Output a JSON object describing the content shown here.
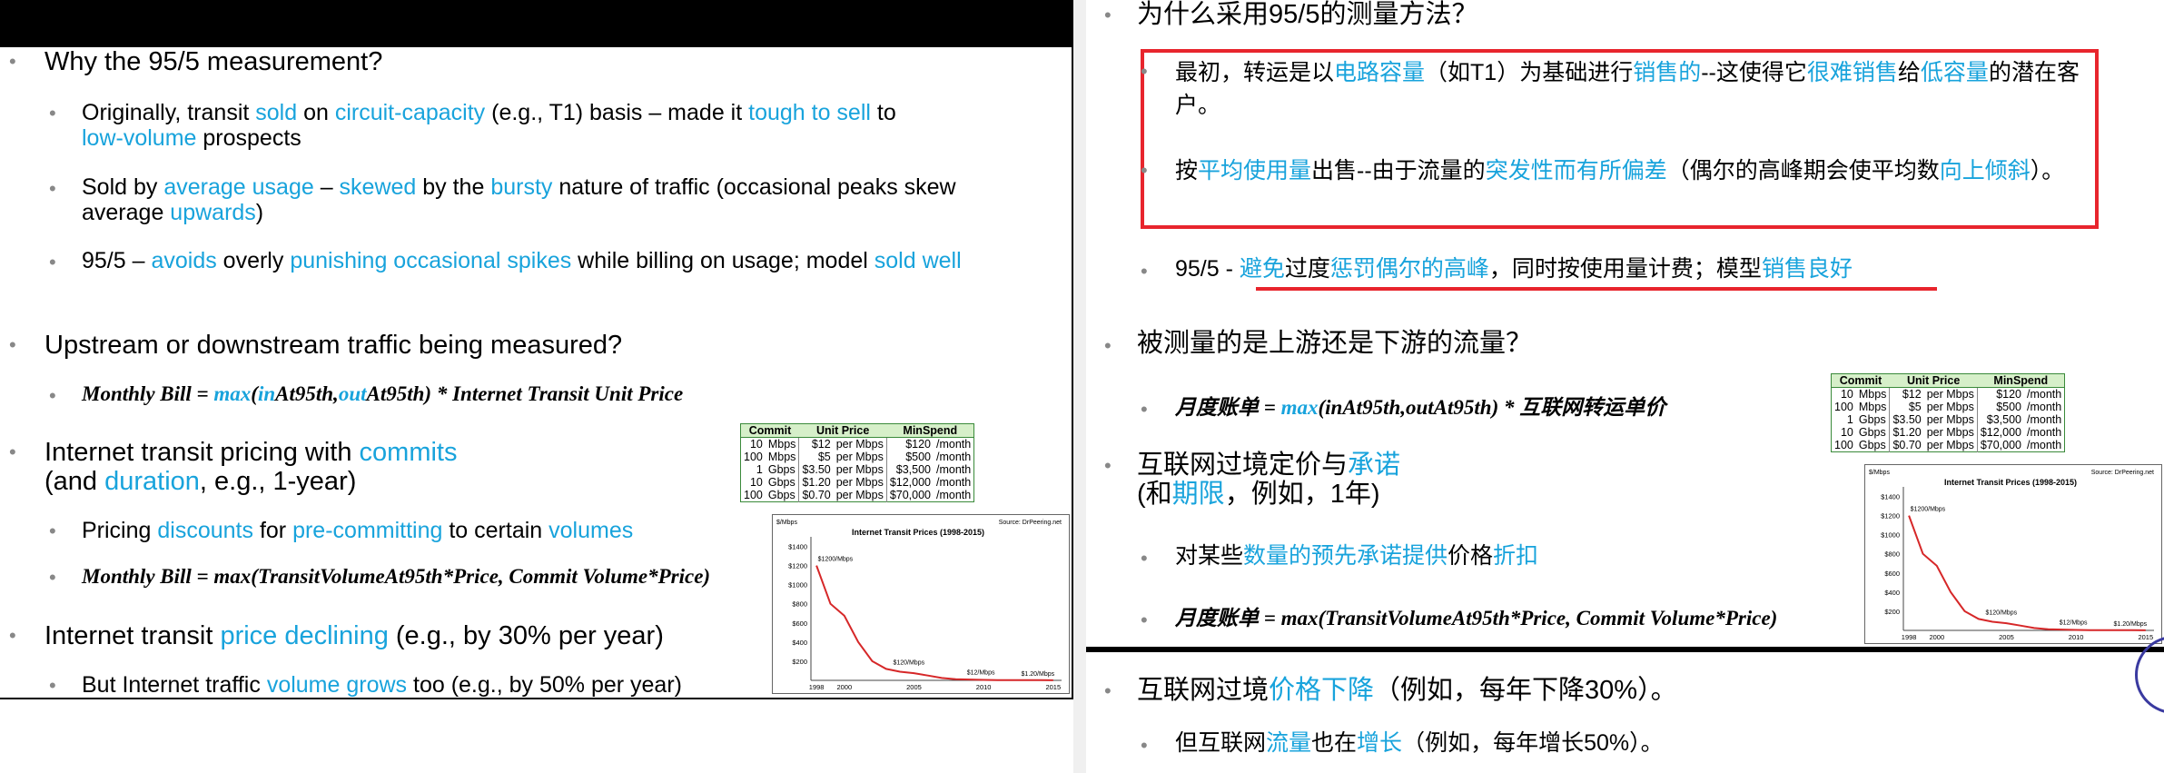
{
  "left": {
    "b1": {
      "title": "Why the 95/5 measurement?"
    },
    "s1": {
      "a": "Originally, transit ",
      "b": "sold",
      "c": " on ",
      "d": "circuit-capacity",
      "e": " (e.g., T1) basis – made it ",
      "f": "tough to sell",
      "g": " to ",
      "h": "low-volume",
      "i": " prospects"
    },
    "s2": {
      "a": "Sold by ",
      "b": "average usage",
      "c": " – ",
      "d": "skewed",
      "e": " by the ",
      "f": "bursty",
      "g": " nature of traffic (occasional peaks skew average ",
      "h": "upwards",
      "i": ")"
    },
    "s3": {
      "a": "95/5 – ",
      "b": "avoids",
      "c": " overly ",
      "d": "punishing occasional spikes",
      "e": " while billing on usage; model ",
      "f": "sold well"
    },
    "b2": {
      "title": "Upstream or downstream traffic being measured?"
    },
    "f1": {
      "a": "Monthly Bill = ",
      "b": "max",
      "c": "(",
      "d": "in",
      "e": "At95th,",
      "f": "out",
      "g": "At95th) * Internet Transit Unit Price"
    },
    "b3": {
      "a": "Internet transit pricing with ",
      "b": "commits",
      "c": "(and ",
      "d": "duration",
      "e": ", e.g., 1-year)"
    },
    "s4": {
      "a": "Pricing ",
      "b": "discounts",
      "c": " for ",
      "d": "pre-committing",
      "e": " to certain ",
      "f": "volumes"
    },
    "f2": "Monthly Bill = max(TransitVolumeAt95th*Price, Commit Volume*Price)",
    "b4": {
      "a": "Internet transit ",
      "b": "price declining",
      "c": " (e.g., by 30% per year)"
    },
    "s5": {
      "a": "But Internet traffic ",
      "b": "volume grows",
      "c": " too (e.g., by 50% per year)"
    }
  },
  "right": {
    "b1": {
      "title": "为什么采用95/5的测量方法？"
    },
    "s1": {
      "a": "最初，转运是以",
      "b": "电路容量",
      "c": "（如T1）为基础进行",
      "d": "销售的",
      "e": "--这使得它",
      "f": "很难销售",
      "g": "给",
      "h": "低容量",
      "i": "的潜在客户。"
    },
    "s2": {
      "a": "按",
      "b": "平均使用量",
      "c": "出售--由于流量的",
      "d": "突发性而有所偏差",
      "e": "（偶尔的高峰期会使平均数",
      "f": "向上倾斜",
      "g": "）。"
    },
    "s3": {
      "a": "95/5 - ",
      "b": "避免",
      "c": "过度",
      "d": "惩罚偶尔的高峰",
      "e": "，同时按使用量计费；模型",
      "f": "销售良好"
    },
    "b2": {
      "title": "被测量的是上游还是下游的流量？"
    },
    "f1": {
      "a": "月度账单 = ",
      "b": "max",
      "c": "(inAt95th,outAt95th) * 互联网转运单价"
    },
    "b3": {
      "a": "互联网过境定价与",
      "b": "承诺",
      "c": "(和",
      "d": "期限",
      "e": "，例如，1年)"
    },
    "s4": {
      "a": "对某些",
      "b": "数量的预先承诺提供",
      "c": "价格",
      "d": "折扣"
    },
    "f2": "月度账单 = max(TransitVolumeAt95th*Price, Commit Volume*Price)",
    "b4": {
      "a": "互联网过境",
      "b": "价格下降",
      "c": "（例如，每年下降30%）。"
    },
    "s5": {
      "a": "但互联网",
      "b": "流量",
      "c": "也在",
      "d": "增长",
      "e": "（例如，每年增长50%）。"
    }
  },
  "commit_table": {
    "headers": [
      "Commit",
      "Unit Price",
      "MinSpend"
    ],
    "rows": [
      {
        "qty": "10",
        "unit": "Mbps",
        "price": "$12",
        "per": "per Mbps",
        "spend": "$120",
        "period": "/month"
      },
      {
        "qty": "100",
        "unit": "Mbps",
        "price": "$5",
        "per": "per Mbps",
        "spend": "$500",
        "period": "/month"
      },
      {
        "qty": "1",
        "unit": "Gbps",
        "price": "$3.50",
        "per": "per Mbps",
        "spend": "$3,500",
        "period": "/month"
      },
      {
        "qty": "10",
        "unit": "Gbps",
        "price": "$1.20",
        "per": "per Mbps",
        "spend": "$12,000",
        "period": "/month"
      },
      {
        "qty": "100",
        "unit": "Gbps",
        "price": "$0.70",
        "per": "per Mbps",
        "spend": "$70,000",
        "period": "/month"
      }
    ]
  },
  "chart_data": {
    "type": "line",
    "title": "Internet Transit Prices (1998-2015)",
    "source": "Source: DrPeering.net",
    "ylabel": "$/Mbps",
    "x": [
      1998,
      1999,
      2000,
      2001,
      2002,
      2003,
      2004,
      2005,
      2006,
      2007,
      2008,
      2009,
      2010,
      2011,
      2012,
      2013,
      2014,
      2015
    ],
    "values": [
      1200,
      800,
      675,
      400,
      200,
      120,
      90,
      75,
      50,
      25,
      12,
      9,
      5,
      3,
      3,
      2,
      1.5,
      1.2
    ],
    "xticks": [
      "1998",
      "2000",
      "2005",
      "2010",
      "2015"
    ],
    "xtick_values": [
      1998,
      2000,
      2005,
      2010,
      2015
    ],
    "yticks": [
      "$1400",
      "$1200",
      "$1000",
      "$800",
      "$600",
      "$400",
      "$200"
    ],
    "ytick_values": [
      1400,
      1200,
      1000,
      800,
      600,
      400,
      200
    ],
    "xlim": [
      1997.6,
      2015.6
    ],
    "ylim": [
      0,
      1500
    ],
    "annotations": [
      {
        "text": "$1200/Mbps",
        "x": 1998.1,
        "y": 1200
      },
      {
        "text": "$120/Mbps",
        "x": 2003.5,
        "y": 120
      },
      {
        "text": "$12/Mbps",
        "x": 2008.8,
        "y": 12
      },
      {
        "text": "$1.20/Mbps",
        "x": 2012.7,
        "y": 1.2
      }
    ],
    "color": "#d62728",
    "grid": false
  }
}
